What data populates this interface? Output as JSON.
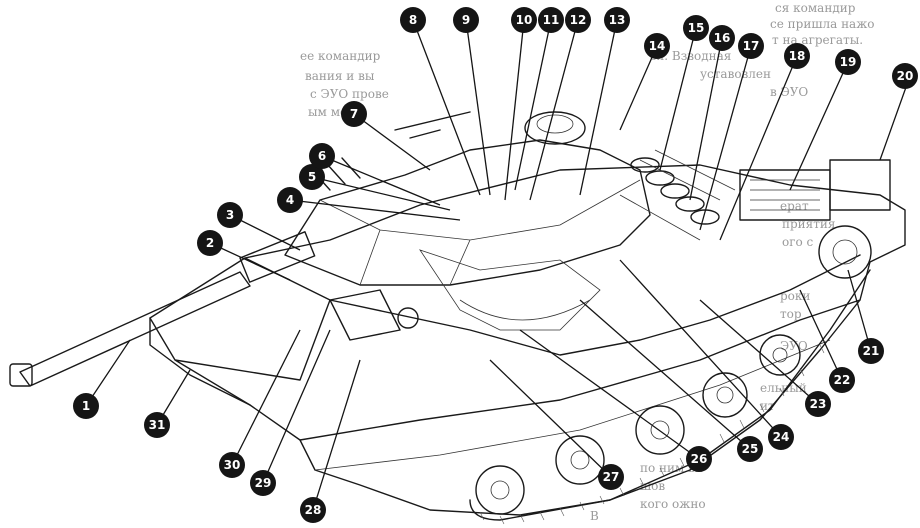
{
  "callouts": [
    {
      "num": "1"
    },
    {
      "num": "2"
    },
    {
      "num": "3"
    },
    {
      "num": "4"
    },
    {
      "num": "5"
    },
    {
      "num": "6"
    },
    {
      "num": "7"
    },
    {
      "num": "8"
    },
    {
      "num": "9"
    },
    {
      "num": "10"
    },
    {
      "num": "11"
    },
    {
      "num": "12"
    },
    {
      "num": "13"
    },
    {
      "num": "14"
    },
    {
      "num": "15"
    },
    {
      "num": "16"
    },
    {
      "num": "17"
    },
    {
      "num": "18"
    },
    {
      "num": "19"
    },
    {
      "num": "20"
    },
    {
      "num": "21"
    },
    {
      "num": "22"
    },
    {
      "num": "23"
    },
    {
      "num": "24"
    },
    {
      "num": "25"
    },
    {
      "num": "26"
    },
    {
      "num": "27"
    },
    {
      "num": "28"
    },
    {
      "num": "29"
    },
    {
      "num": "30"
    },
    {
      "num": "31"
    }
  ],
  "background_text": [
    "ся командир",
    "се пришла нажо",
    "т на агрегаты.",
    "ее командир",
    "вания и вы",
    "с ЭУО прове",
    "ым мех",
    "ся. Взводная",
    "уставовлен",
    "в ЭУО",
    "ерат",
    "приятия",
    "ого с",
    "роки",
    "тор",
    "ЭУО",
    "ельный",
    "ит",
    "по ним вк",
    "шов",
    "кого ожно",
    "В"
  ]
}
